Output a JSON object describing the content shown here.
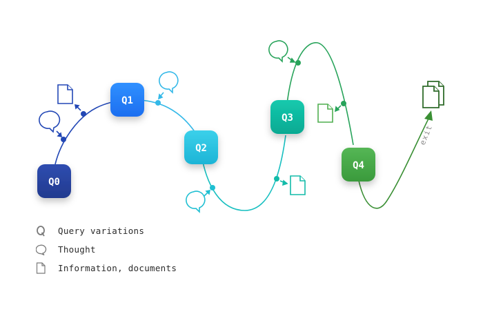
{
  "nodes": [
    {
      "id": "q0",
      "label": "Q0",
      "color_top": "#2f4db0",
      "color_bottom": "#223a8f"
    },
    {
      "id": "q1",
      "label": "Q1",
      "color_top": "#2e86ff",
      "color_bottom": "#1c6ef0"
    },
    {
      "id": "q2",
      "label": "Q2",
      "color_top": "#2fcae6",
      "color_bottom": "#1db4d6"
    },
    {
      "id": "q3",
      "label": "Q3",
      "color_top": "#12c3a8",
      "color_bottom": "#06a992"
    },
    {
      "id": "q4",
      "label": "Q4",
      "color_top": "#4fb14f",
      "color_bottom": "#3a9a3c"
    }
  ],
  "exit_label": "exit",
  "colors": {
    "segment_q0_q1": "#2247b5",
    "segment_q1_q2": "#33b8e8",
    "segment_q2_q3": "#17bfc0",
    "segment_q3_q4": "#27a35a",
    "segment_q4_exit": "#3a8f34"
  },
  "legend": [
    {
      "icon": "query-icon",
      "text": "Query variations"
    },
    {
      "icon": "thought-icon",
      "text": "Thought"
    },
    {
      "icon": "document-icon",
      "text": "Information, documents"
    }
  ]
}
